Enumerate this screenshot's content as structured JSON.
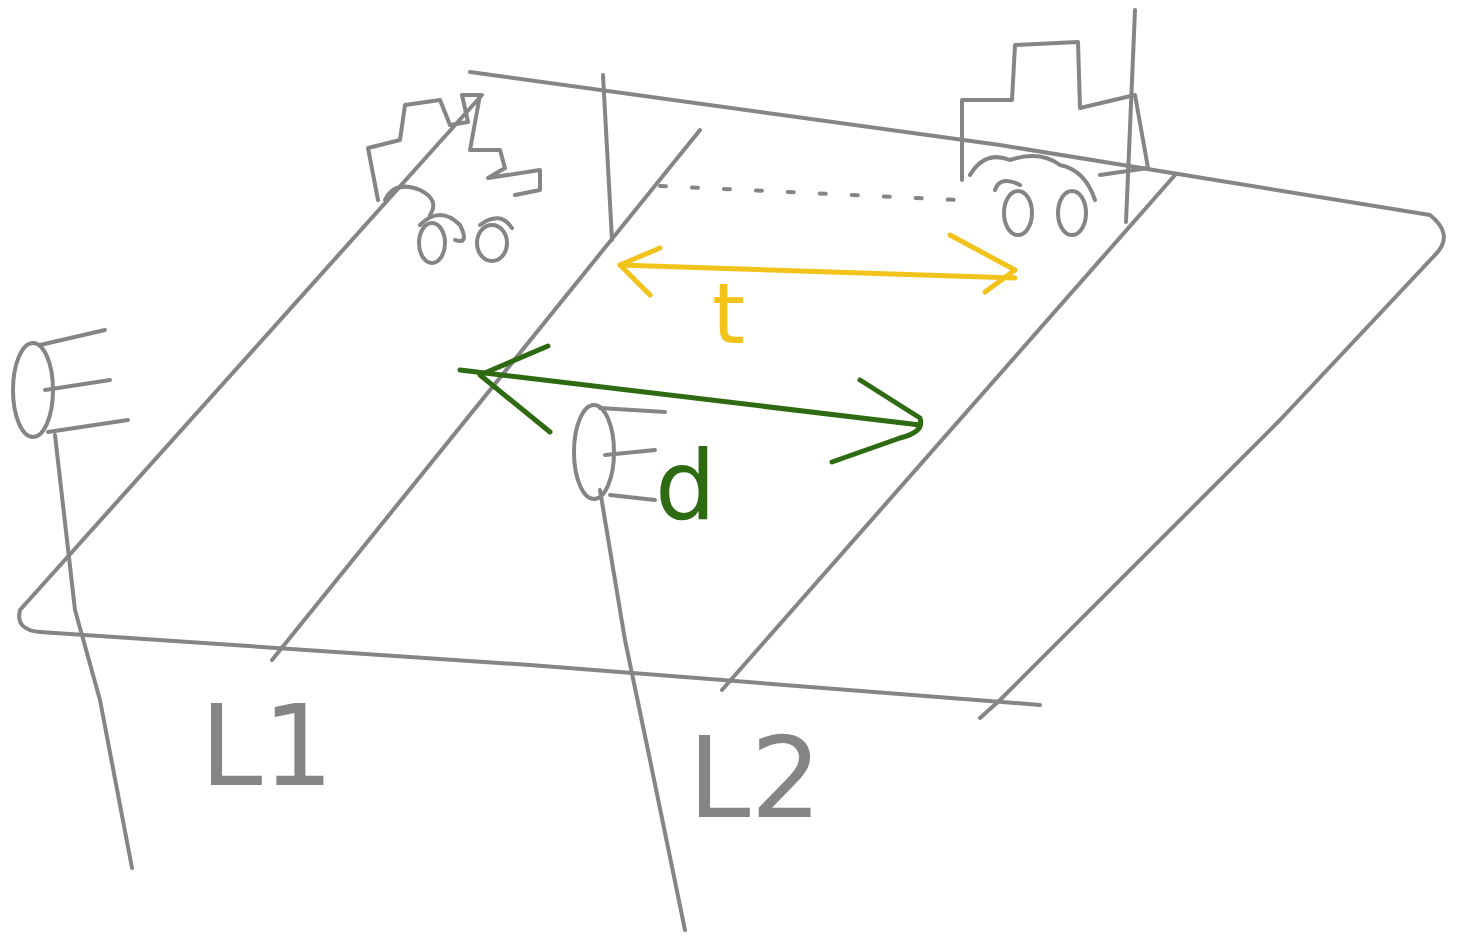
{
  "diagram": {
    "labels": [
      "t",
      "d",
      "L1",
      "L2"
    ]
  }
}
